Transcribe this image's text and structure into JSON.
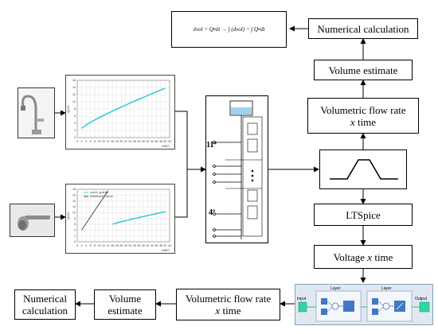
{
  "formula": {
    "lhs": "∂vol = Q",
    "sub": "o",
    "mid": " ∂t → ∫ (dvol) = ∫ Q",
    "end": " dt"
  },
  "boxes": {
    "numerical_top": "Numerical calculation",
    "volume_estimate_top": "Volume estimate",
    "flow_rate_top_line1": "Volumetric flow rate",
    "flow_rate_top_line2": "x",
    "flow_rate_top_line3": "time",
    "ltspice": "LTSpice",
    "voltage_line1": "Voltage",
    "voltage_line2": "x",
    "voltage_line3": "time",
    "flow_rate_bottom_line1": "Volumetric flow rate",
    "flow_rate_bottom_line2": "x",
    "flow_rate_bottom_line3": "time",
    "volume_estimate_bottom_line1": "Volume",
    "volume_estimate_bottom_line2": "estimate",
    "numerical_bottom_line1": "Numerical",
    "numerical_bottom_line2": "calculation"
  },
  "circuit": {
    "label_top": "11º",
    "label_bottom": "4º"
  },
  "neural_net": {
    "input": "Input",
    "layer1": "Layer",
    "layer2": "Layer",
    "output": "Output"
  },
  "plot_top": {
    "x_ticks": [
      "0",
      "2",
      "4",
      "6",
      "8",
      "10",
      "12",
      "14",
      "16",
      "18",
      "20",
      "22",
      "24",
      "26",
      "28",
      "30",
      "32",
      "34",
      "36",
      "38",
      "40",
      "42"
    ],
    "y_ticks": [
      "0",
      "2",
      "4",
      "6",
      "8",
      "10",
      "12",
      "14",
      "16"
    ],
    "x_unit": "mSEC",
    "y_label": "Q/min"
  },
  "plot_bottom": {
    "x_ticks": [
      "0",
      "2",
      "4",
      "6",
      "8",
      "10",
      "12",
      "14",
      "16",
      "18",
      "20",
      "22",
      "24",
      "26",
      "28",
      "30",
      "32",
      "34",
      "36",
      "38",
      "40",
      "42"
    ],
    "y_ticks": [
      "0",
      "2",
      "4",
      "6",
      "8",
      "10",
      "12",
      "14",
      "16",
      "18"
    ],
    "x_unit": "mSEC",
    "y_label": "Q/min",
    "legend": [
      "curve_points",
      "reference_curve"
    ]
  },
  "colors": {
    "curve": "#1ec8d6",
    "line_black": "#222222",
    "nn_panel": "#dfe8f2",
    "nn_block": "#3f78c8",
    "nn_io": "#2fd6a0"
  }
}
